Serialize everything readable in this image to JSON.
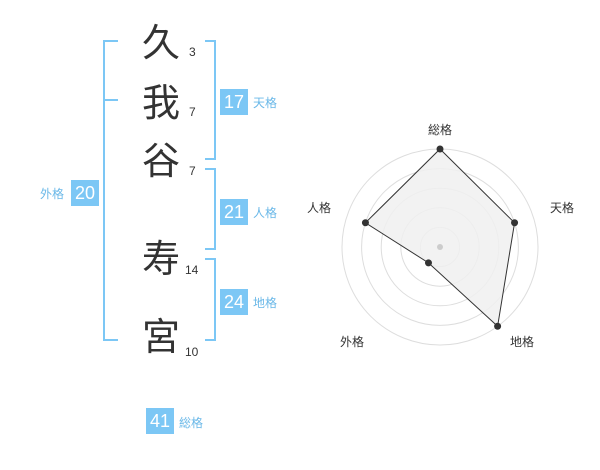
{
  "name": {
    "chars": [
      {
        "char": "久",
        "strokes": "3"
      },
      {
        "char": "我",
        "strokes": "7"
      },
      {
        "char": "谷",
        "strokes": "7"
      },
      {
        "char": "寿",
        "strokes": "14"
      },
      {
        "char": "宮",
        "strokes": "10"
      }
    ]
  },
  "fortune": {
    "tenkaku": {
      "value": "17",
      "label": "天格"
    },
    "jinkaku": {
      "value": "21",
      "label": "人格"
    },
    "chikaku": {
      "value": "24",
      "label": "地格"
    },
    "gaikaku": {
      "value": "20",
      "label": "外格"
    },
    "soukaku": {
      "value": "41",
      "label": "総格"
    }
  },
  "radar": {
    "axes": [
      "総格",
      "天格",
      "地格",
      "外格",
      "人格"
    ],
    "levels": 5,
    "values": [
      5,
      4,
      5,
      1,
      4
    ],
    "colors": {
      "fill": "#f0f0f0",
      "line": "#333333",
      "grid": "#dddddd",
      "bracket": "#7cc7f5"
    }
  }
}
